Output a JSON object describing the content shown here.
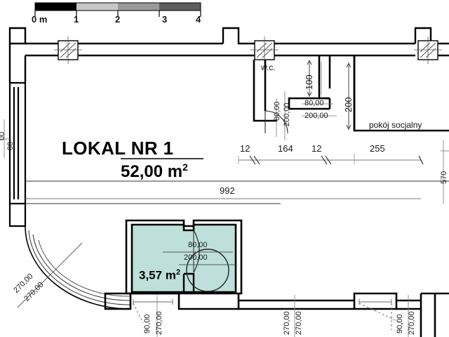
{
  "document": {
    "type": "architectural-floor-plan",
    "title": "LOKAL NR 1",
    "area": "52,00 m",
    "area_sup": "2"
  },
  "scale_bar": {
    "unit_label": "0 m",
    "ticks": [
      "1",
      "2",
      "3",
      "4"
    ],
    "segment_colors": [
      "#000000",
      "#c8c8c8",
      "#9a9a9a",
      "#5e5e5e"
    ]
  },
  "rooms": [
    {
      "name": "w.c.",
      "label": "w.c."
    },
    {
      "name": "pokoj-socjalny",
      "label": "pokój socjalny"
    },
    {
      "name": "green-room",
      "area": "3,57 m",
      "area_sup": "2",
      "fill": "#bfe0da"
    }
  ],
  "dimensions": {
    "overall_width": "992",
    "chain_top_right": [
      "12",
      "164",
      "12",
      "255"
    ],
    "wc_door_width": "80,00",
    "wc_door_height": "200,00",
    "wc_vert_a": "80,00",
    "wc_vert_b": "200,00",
    "wc_depth": "100",
    "social_depth": "200",
    "green_door_width": "80,00",
    "green_door_height": "200,00",
    "bottom_left_a": "90,00",
    "bottom_left_b": "270,00",
    "bottom_mid_a": "270,00",
    "bottom_mid_b": "270,00",
    "bottom_right_a": "90,00",
    "bottom_right_b": "270,00",
    "curve_a": "270,00",
    "curve_b": "270,00",
    "left_edge_a": "00",
    "left_edge_b": "00",
    "right_edge_a": "570"
  },
  "colors": {
    "wall": "#000000",
    "thin_line": "#333333",
    "dim_line": "#777777",
    "room_fill": "#bfe0da",
    "background": "#ffffff"
  }
}
